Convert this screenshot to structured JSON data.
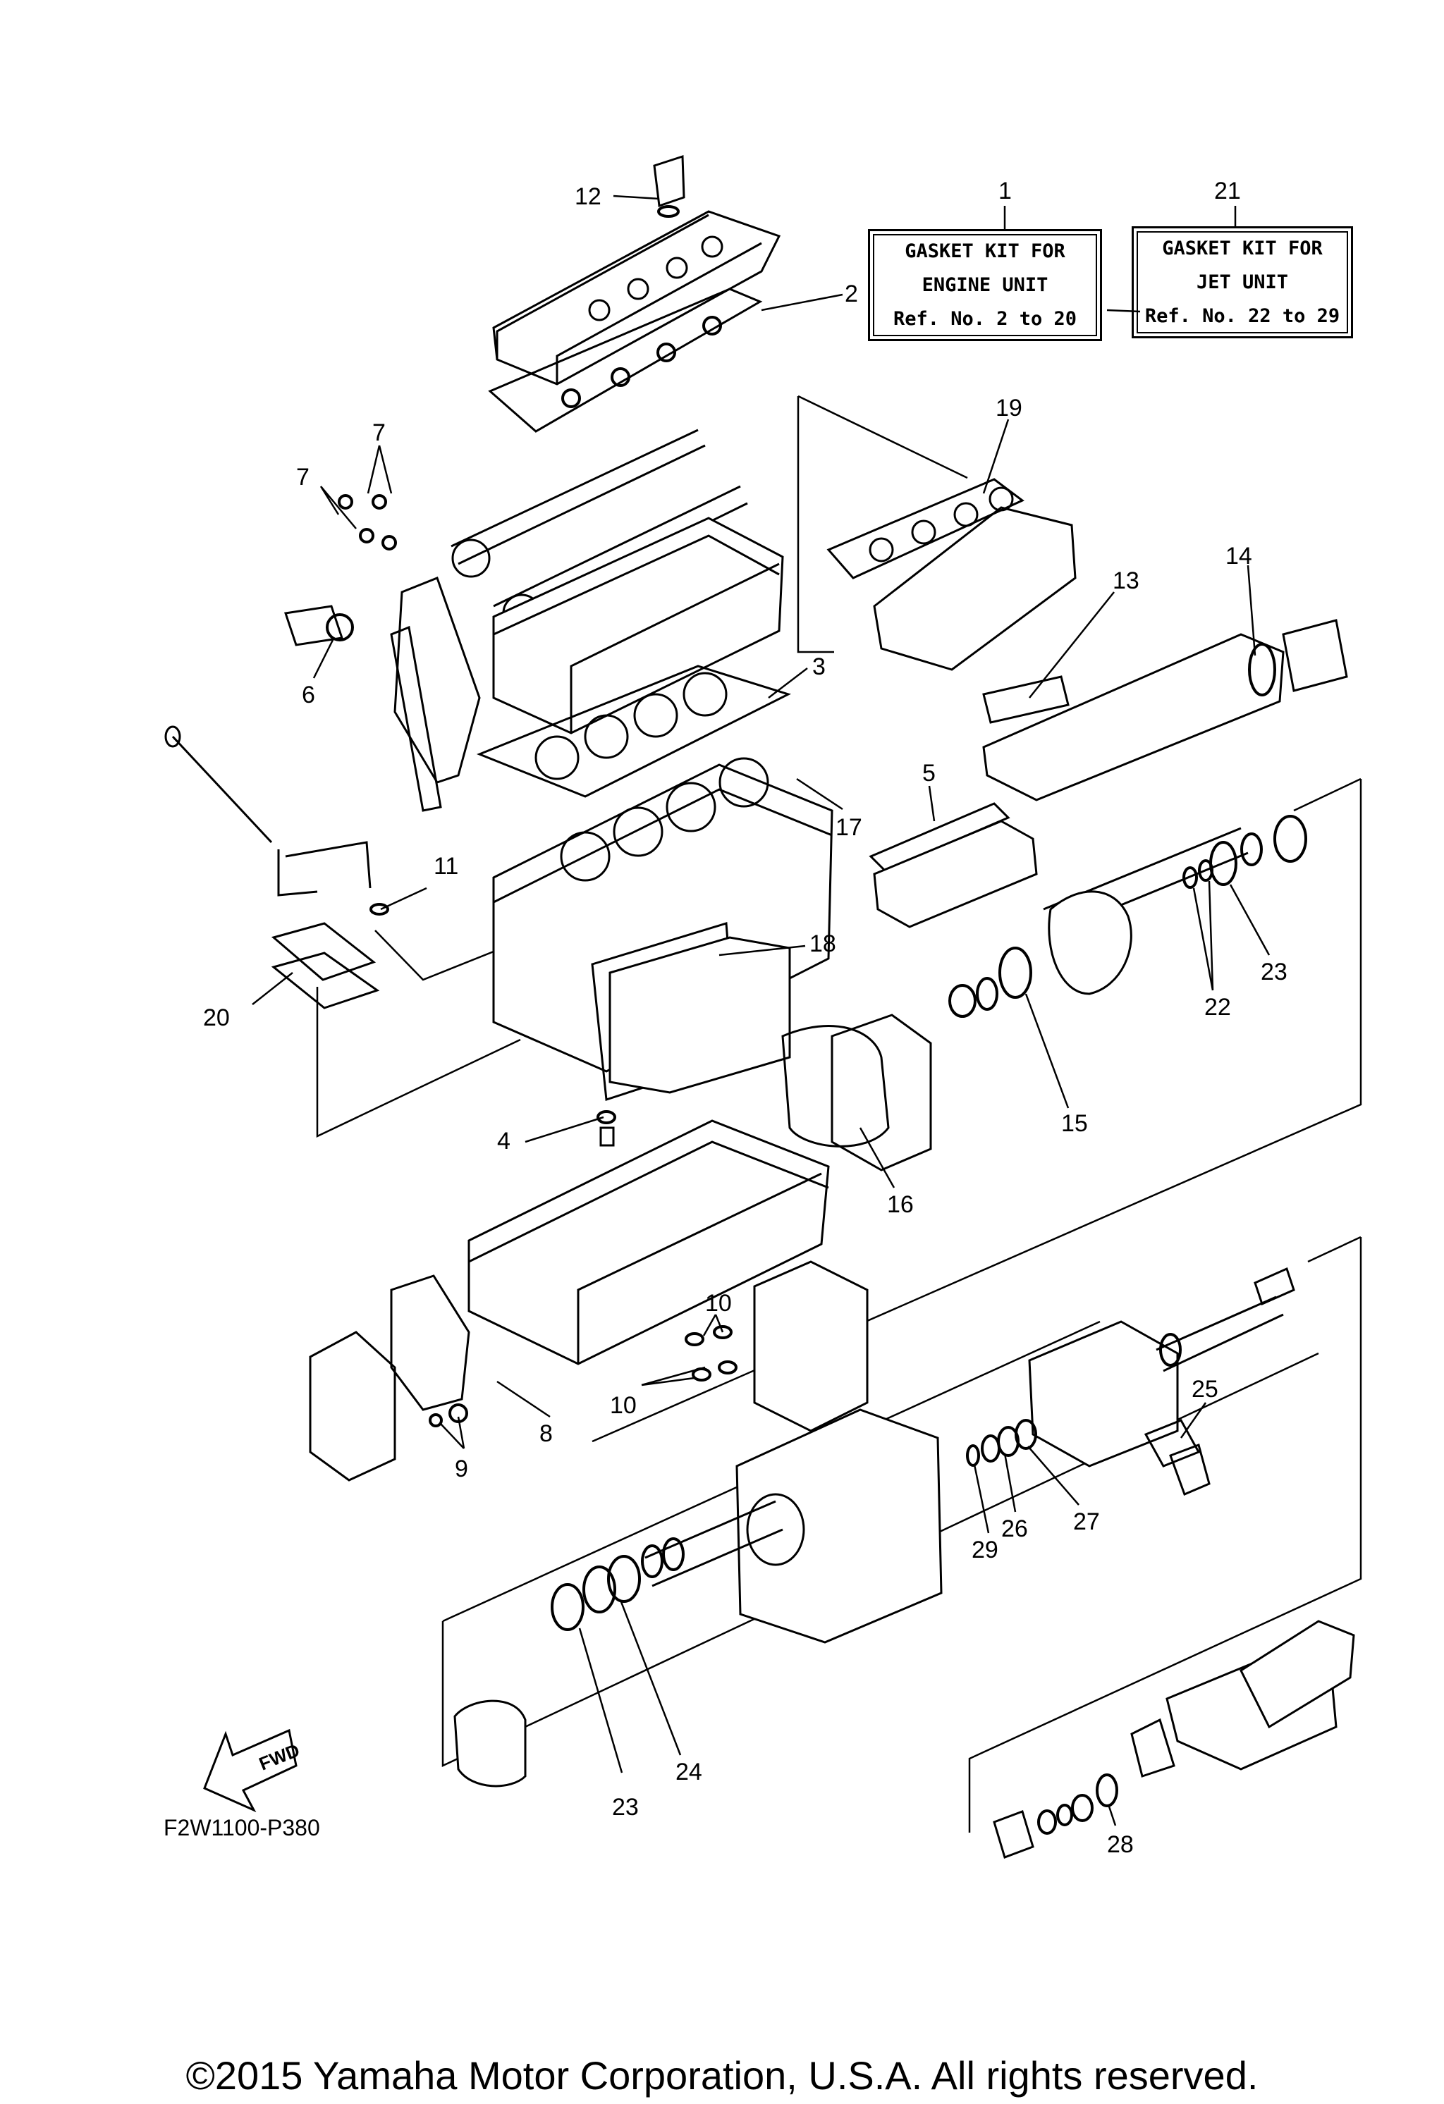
{
  "kits": [
    {
      "ref": "1",
      "lines": [
        "GASKET KIT FOR",
        "ENGINE UNIT",
        "Ref. No. 2 to 20"
      ]
    },
    {
      "ref": "21",
      "lines": [
        "GASKET KIT FOR",
        "JET UNIT",
        "Ref. No. 22 to 29"
      ]
    }
  ],
  "callouts": [
    "12",
    "2",
    "7",
    "7",
    "19",
    "13",
    "14",
    "6",
    "3",
    "17",
    "5",
    "11",
    "18",
    "20",
    "23",
    "22",
    "15",
    "4",
    "16",
    "10",
    "10",
    "8",
    "9",
    "25",
    "29",
    "26",
    "27",
    "24",
    "23",
    "28"
  ],
  "fwd_label": "FWD",
  "diagram_code": "F2W1100-P380",
  "copyright": "©2015 Yamaha Motor Corporation, U.S.A. All rights reserved."
}
